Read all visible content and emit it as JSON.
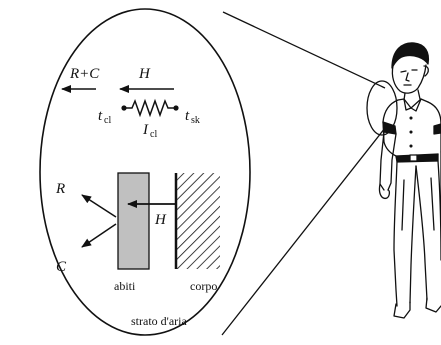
{
  "labels": {
    "radiation_convection": "R+C",
    "heat_flow_top": "H",
    "clothing_temp_symbol": "t",
    "clothing_temp_sub": "cl",
    "skin_temp_symbol": "t",
    "skin_temp_sub": "sk",
    "insulation_symbol": "I",
    "insulation_sub": "cl",
    "radiation": "R",
    "convection": "C",
    "heat_flow_mid": "H",
    "clothing": "abiti",
    "body": "corpo",
    "air_layer": "strato d'aria"
  },
  "colors": {
    "ink": "#111111",
    "clothing_layer": "#c0c0c0",
    "background": "#ffffff"
  }
}
